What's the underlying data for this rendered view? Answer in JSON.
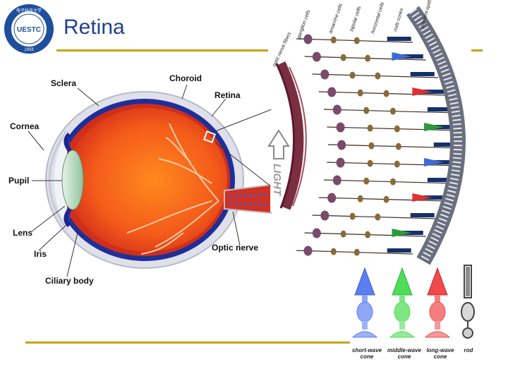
{
  "slide": {
    "title": "Retina",
    "logo": {
      "top_text": "电子科技大学",
      "center_text": "UESTC",
      "year": "1956"
    }
  },
  "eye_labels": {
    "sclera": "Sclera",
    "choroid": "Choroid",
    "retina": "Retina",
    "cornea": "Cornea",
    "pupil": "Pupil",
    "lens": "Lens",
    "iris": "Iris",
    "ciliary_body": "Ciliary body",
    "optic_nerve": "Optic nerve"
  },
  "retina_section": {
    "light_label": "LIGHT",
    "layer_labels": [
      "optic nerve fibers",
      "ganglion cells",
      "amacrine cells",
      "bipolar cells",
      "horizontal cells",
      "rods cones",
      "pigment epithelium"
    ]
  },
  "photoreceptors": [
    {
      "line1": "short-wave",
      "line2": "cone",
      "color": "#5b7ff0"
    },
    {
      "line1": "middle-wave",
      "line2": "cone",
      "color": "#4fdc5a"
    },
    {
      "line1": "long-wave",
      "line2": "cone",
      "color": "#f04a4a"
    },
    {
      "line1": "rod",
      "line2": "",
      "color": "#9a9a9a"
    }
  ]
}
